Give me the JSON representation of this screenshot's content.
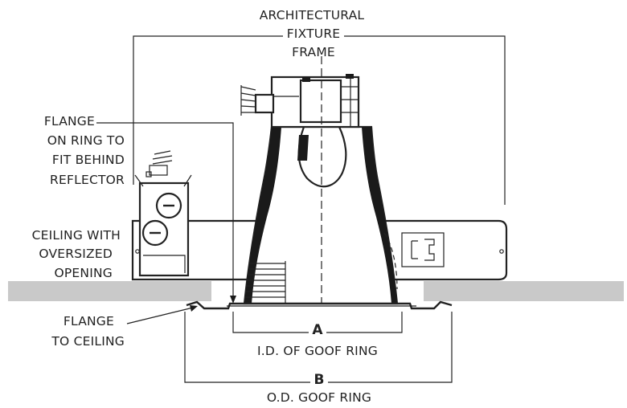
{
  "labels": {
    "architectural_fixture_frame": [
      "ARCHITECTURAL",
      "FIXTURE",
      "FRAME"
    ],
    "flange_on_ring": [
      "FLANGE",
      "ON RING TO",
      "FIT BEHIND",
      "REFLECTOR"
    ],
    "ceiling_with_opening": [
      "CEILING WITH",
      "OVERSIZED",
      "OPENING"
    ],
    "flange_to_ceiling": [
      "FLANGE",
      "TO CEILING"
    ],
    "dimension_a": {
      "letter": "A",
      "text": "I.D. OF GOOF RING"
    },
    "dimension_b": {
      "letter": "B",
      "text": "O.D. GOOF RING"
    }
  },
  "colors": {
    "line": "#222222",
    "ceiling": "#c9c9c9"
  }
}
